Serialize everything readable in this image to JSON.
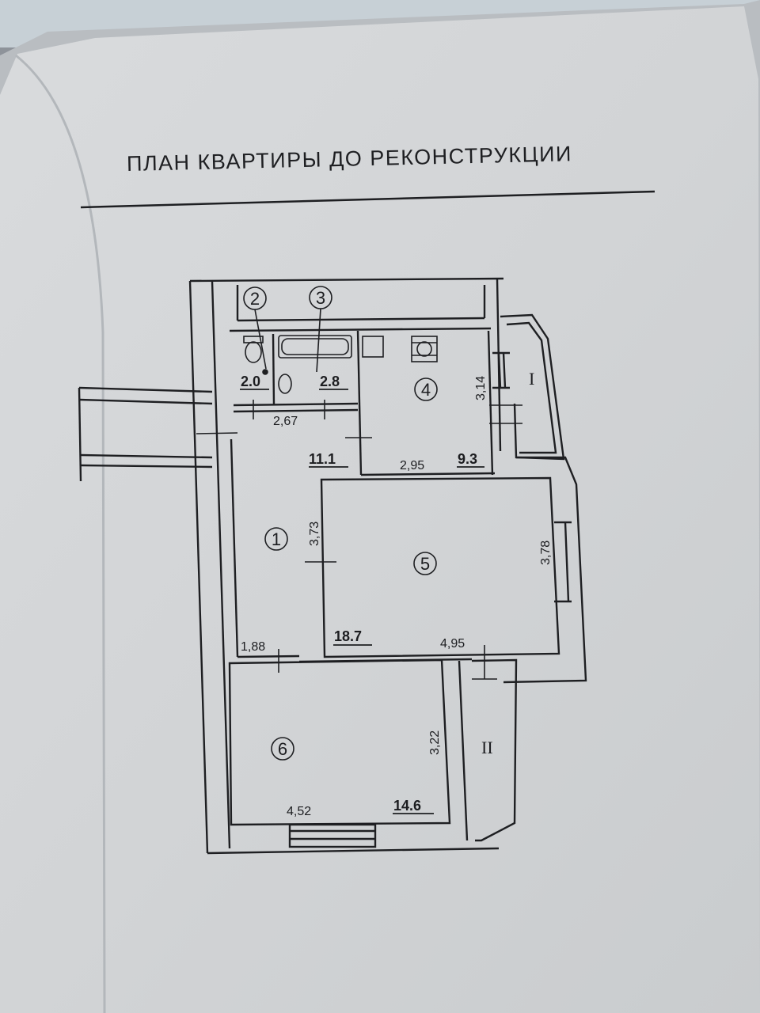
{
  "title": "ПЛАН КВАРТИРЫ ДО РЕКОНСТРУКЦИИ",
  "rooms": [
    {
      "number": "1",
      "area": "11.1"
    },
    {
      "number": "2",
      "area": "2.0"
    },
    {
      "number": "3",
      "area": "2.8"
    },
    {
      "number": "4",
      "area": "9.3"
    },
    {
      "number": "5",
      "area": "18.7"
    },
    {
      "number": "6",
      "area": "14.6"
    }
  ],
  "balconies": [
    {
      "label": "I"
    },
    {
      "label": "II"
    }
  ],
  "dimensions": {
    "corridor_width": "2,67",
    "hall_length": "3,73",
    "hall_bottom_width": "1,88",
    "kitchen_width": "2,95",
    "kitchen_depth": "3,14",
    "living_depth": "3,78",
    "living_width": "4,95",
    "bedroom_depth": "3,22",
    "bedroom_width": "4,52"
  },
  "colors": {
    "paper": "#d4d6d8",
    "ink": "#1e1f22",
    "background": "#8f949b"
  }
}
